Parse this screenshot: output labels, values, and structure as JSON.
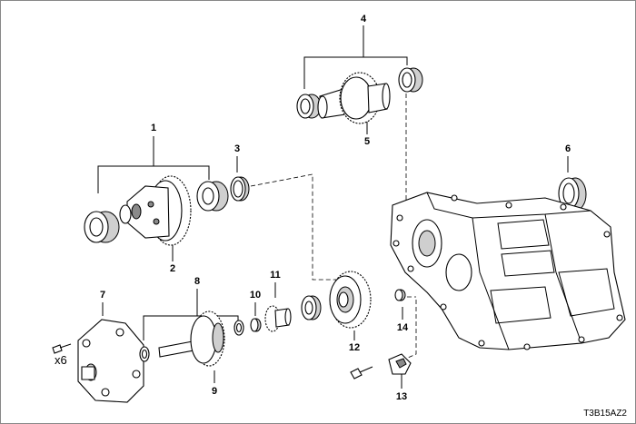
{
  "callouts": {
    "c1": "1",
    "c2": "2",
    "c3": "3",
    "c4": "4",
    "c5": "5",
    "c6": "6",
    "c7": "7",
    "c8": "8",
    "c9": "9",
    "c10": "10",
    "c11": "11",
    "c12": "12",
    "c13": "13",
    "c14": "14"
  },
  "quantity_label": "x6",
  "figure_code": "T3B15AZ2"
}
